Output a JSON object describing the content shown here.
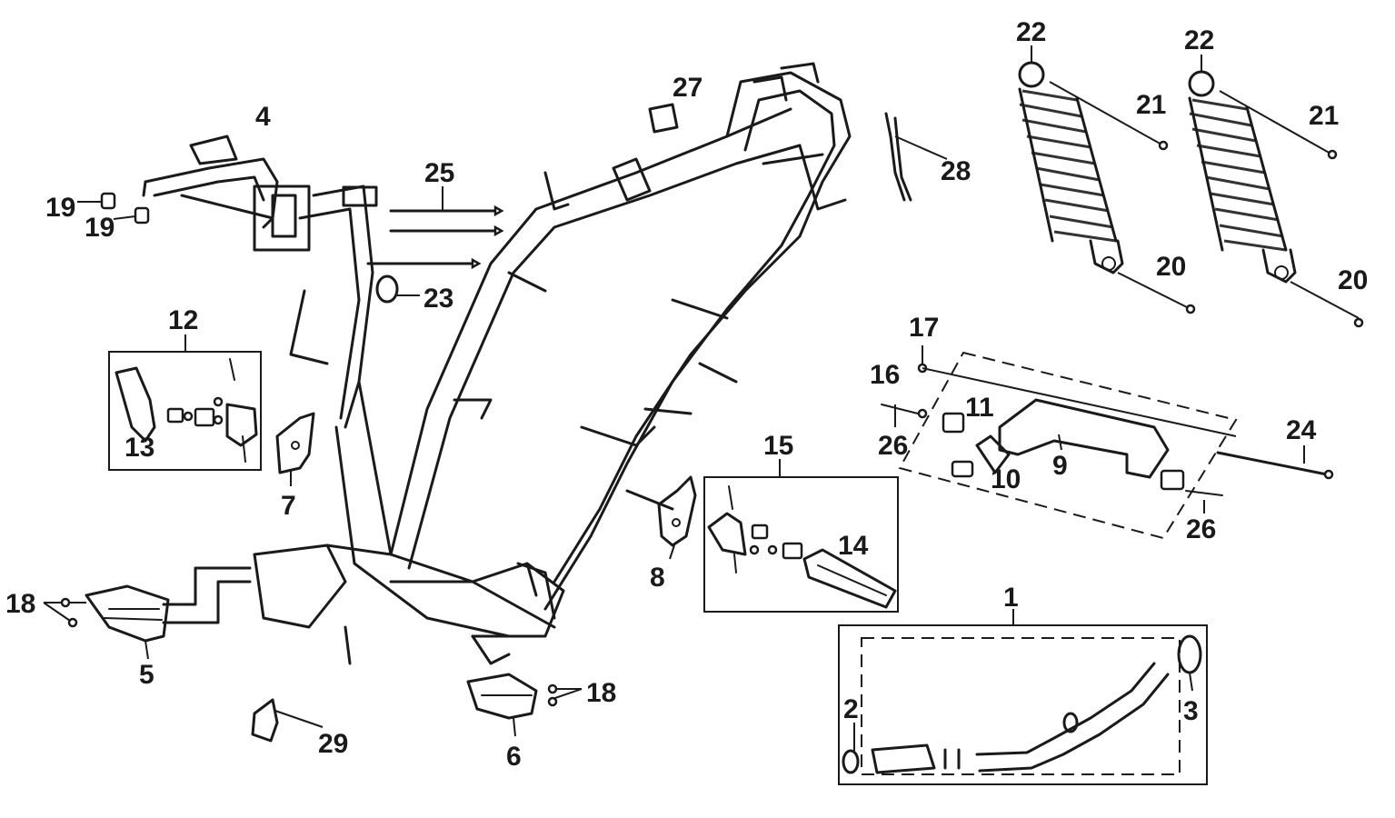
{
  "diagram": {
    "callouts": [
      "1",
      "2",
      "3",
      "4",
      "5",
      "6",
      "7",
      "8",
      "9",
      "10",
      "11",
      "12",
      "13",
      "14",
      "15",
      "16",
      "17",
      "18",
      "18",
      "19",
      "19",
      "20",
      "20",
      "21",
      "21",
      "22",
      "22",
      "23",
      "24",
      "25",
      "26",
      "26",
      "27",
      "28",
      "29"
    ]
  },
  "colors": {
    "ink": "#1a1a1a",
    "background": "#ffffff"
  }
}
